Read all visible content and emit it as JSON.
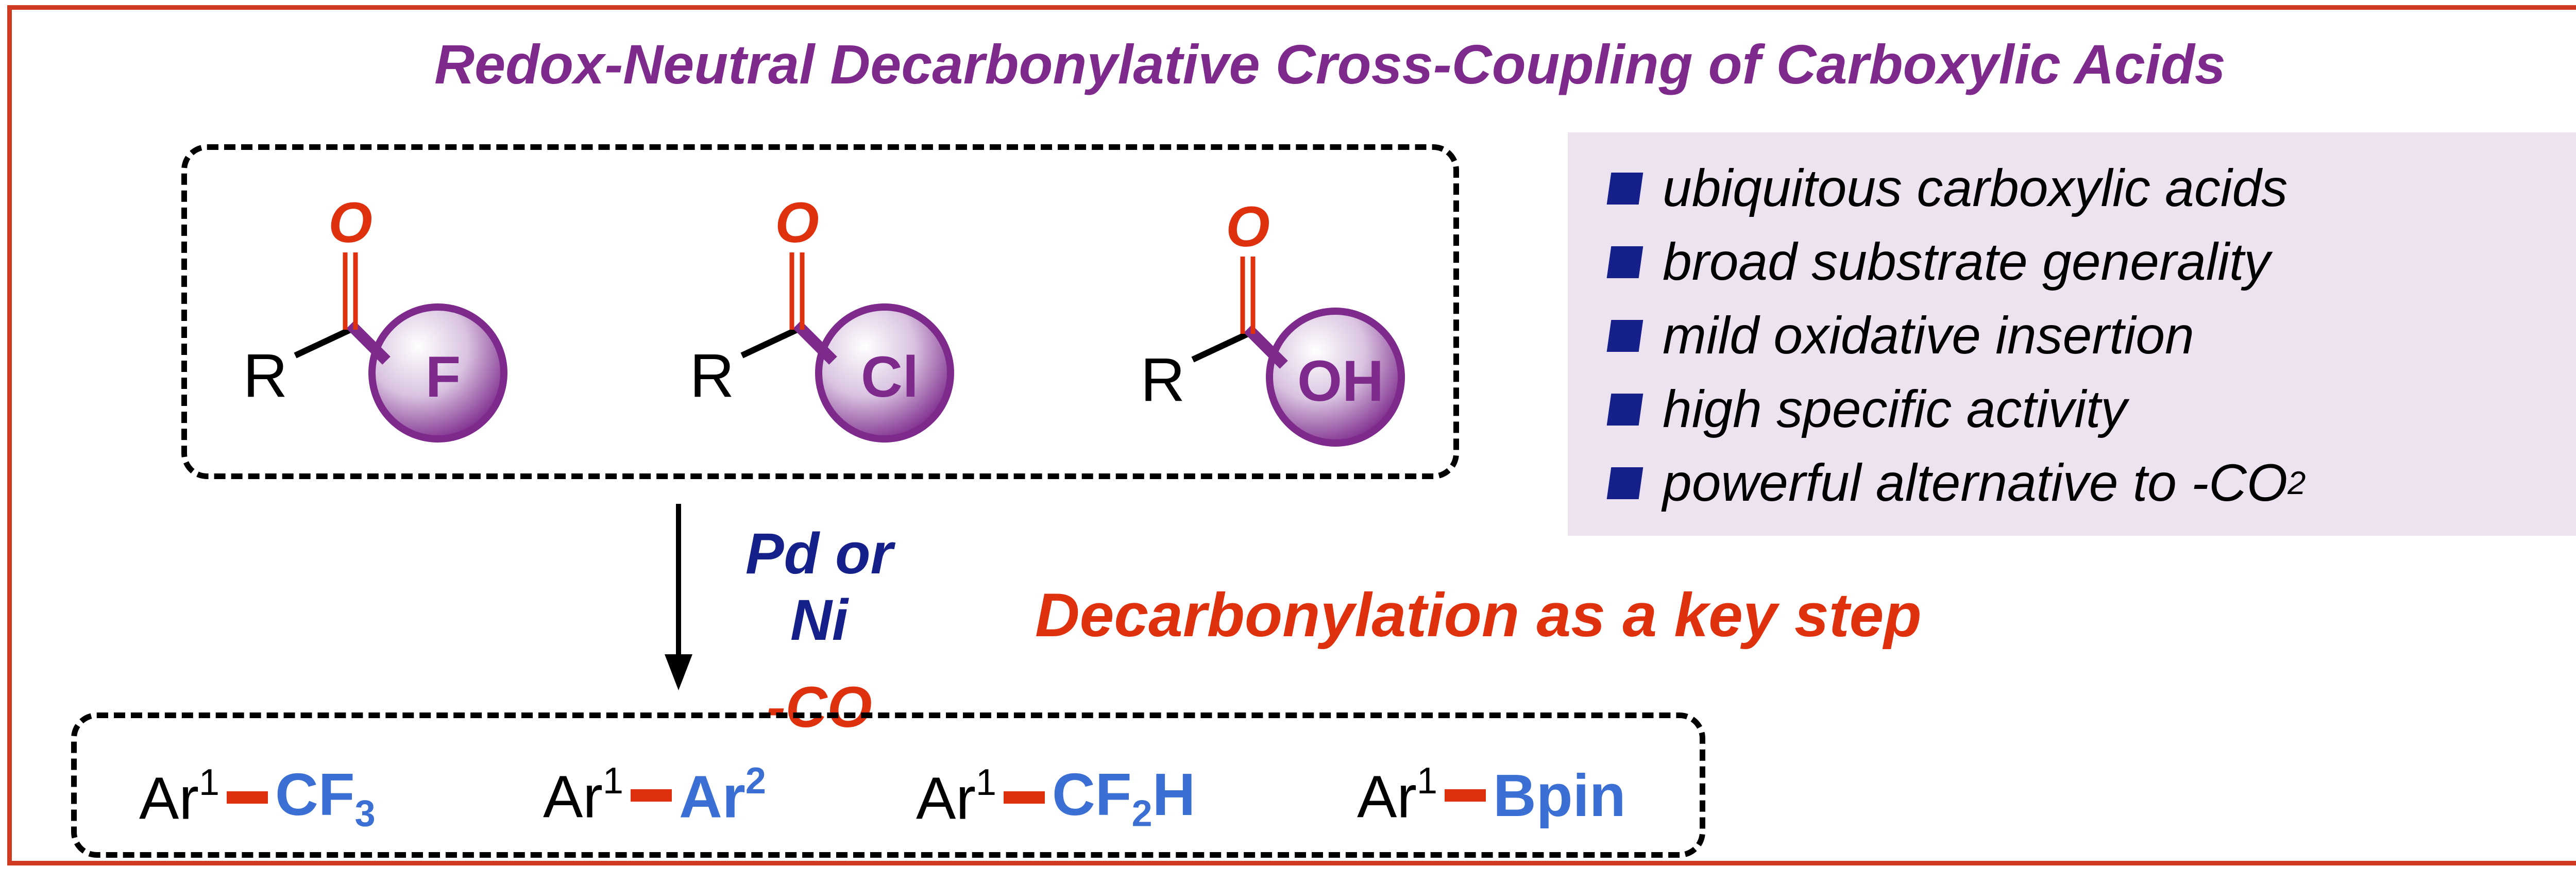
{
  "title": "Redox-Neutral Decarbonylative Cross-Coupling of Carboxylic Acids",
  "substrates": [
    {
      "r": "R",
      "o": "O",
      "leaving_group": "F"
    },
    {
      "r": "R",
      "o": "O",
      "leaving_group": "Cl"
    },
    {
      "r": "R",
      "o": "O",
      "leaving_group": "OH"
    }
  ],
  "advantages": [
    {
      "text": "ubiquitous carboxylic acids"
    },
    {
      "text": "broad substrate generality"
    },
    {
      "text": "mild oxidative insertion"
    },
    {
      "text": "high specific activity"
    },
    {
      "text": "powerful alternative to -CO",
      "sub": "2"
    }
  ],
  "conditions": {
    "catalyst": "Pd or Ni",
    "loss": "-CO"
  },
  "key_step": "Decarbonylation as a key step",
  "products": [
    {
      "ar": "Ar",
      "ar_sup": "1",
      "group": "CF",
      "group_sub": "3",
      "group_sup": "",
      "group_tail": ""
    },
    {
      "ar": "Ar",
      "ar_sup": "1",
      "group": "Ar",
      "group_sub": "",
      "group_sup": "2",
      "group_tail": ""
    },
    {
      "ar": "Ar",
      "ar_sup": "1",
      "group": "CF",
      "group_sub": "2",
      "group_sup": "",
      "group_tail": "H"
    },
    {
      "ar": "Ar",
      "ar_sup": "1",
      "group": "Bpin",
      "group_sub": "",
      "group_sup": "",
      "group_tail": ""
    }
  ],
  "colors": {
    "purple": "#7d2a8c",
    "red": "#e0310f",
    "blue": "#15208a",
    "product_blue": "#3b6fd4",
    "panel": "#ede3f0"
  }
}
